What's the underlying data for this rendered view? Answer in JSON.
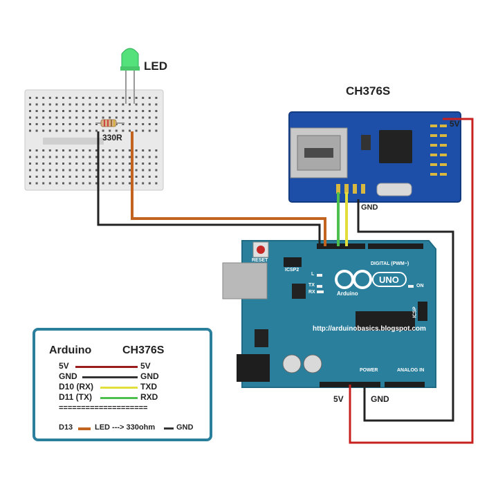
{
  "labels": {
    "led": "LED",
    "ch376s": "CH376S",
    "resistor": "330R",
    "five_v_top": "5V",
    "gnd_module": "GND",
    "five_v_bottom": "5V",
    "gnd_bottom": "GND",
    "url": "http://arduinobasics.blogspot.com",
    "reset": "RESET",
    "icsp2": "ICSP2",
    "icsp": "ICSP",
    "digital": "DIGITAL (PWM~)",
    "power": "POWER",
    "analog_in": "ANALOG IN",
    "on": "ON",
    "arduino_text": "Arduino",
    "uno": "UNO",
    "l": "L",
    "tx": "TX",
    "rx": "RX"
  },
  "legend": {
    "heading_left": "Arduino",
    "heading_right": "CH376S",
    "rows": [
      {
        "left": "5V",
        "right": "5V",
        "color": "#9b1c1c"
      },
      {
        "left": "GND",
        "right": "GND",
        "color": "#333333"
      },
      {
        "left": "D10 (RX)",
        "right": "TXD",
        "color": "#e3df3a"
      },
      {
        "left": "D11 (TX)",
        "right": "RXD",
        "color": "#4cbf4c"
      }
    ],
    "separator": "====================",
    "footer_pin": "D13",
    "footer_text": "LED ---> 330ohm",
    "footer_gnd": "GND"
  },
  "colors": {
    "board": "#2a7f9c",
    "module": "#1d4fa8",
    "wire_5v": "#c8201e",
    "wire_gnd": "#222222",
    "wire_yellow": "#e3df3a",
    "wire_green": "#4cbf4c",
    "wire_led": "#c2631f",
    "led": "#54e07a"
  }
}
